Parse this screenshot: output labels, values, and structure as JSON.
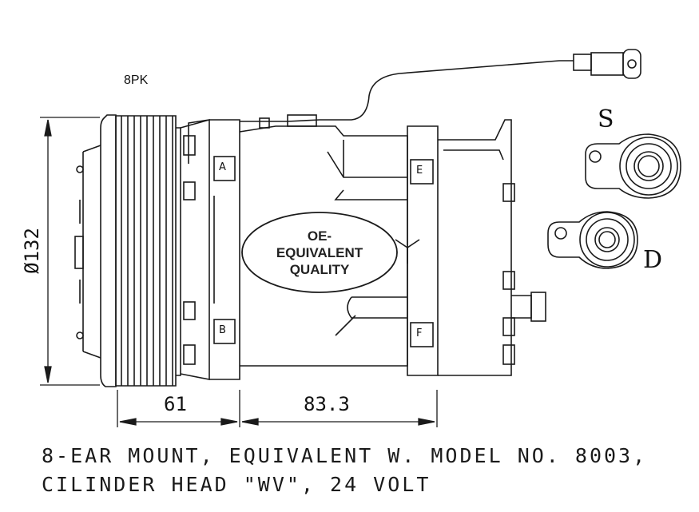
{
  "belt_label": "8PK",
  "badge": {
    "line1": "OE-",
    "line2": "EQUIVALENT",
    "line3": "QUALITY"
  },
  "dimensions": {
    "diameter": "Ø132",
    "pulley_offset": "61",
    "body_length": "83.3"
  },
  "ports": {
    "suction": "S",
    "discharge": "D"
  },
  "mount_tags": {
    "a": "A",
    "b": "B",
    "e": "E",
    "f": "F"
  },
  "caption": {
    "line1": "8-EAR MOUNT, EQUIVALENT W. MODEL NO. 8003,",
    "line2": "CILINDER HEAD \"WV\", 24 VOLT"
  }
}
